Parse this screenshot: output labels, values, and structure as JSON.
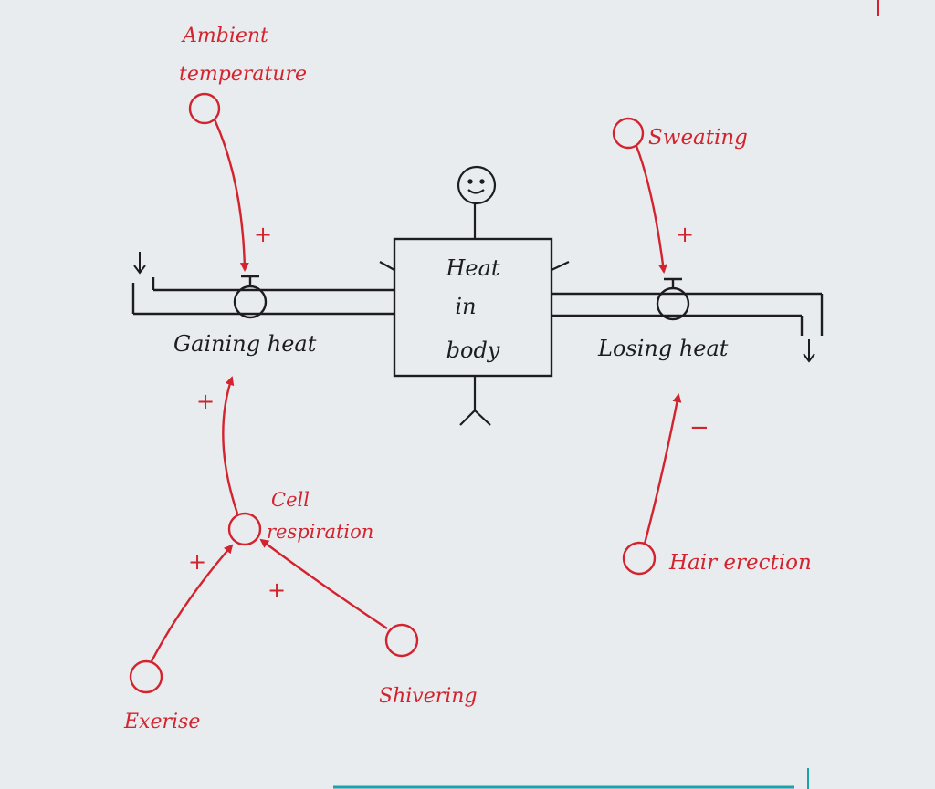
{
  "colors": {
    "paper": "#e9ecee",
    "ink": "#1d1d1f",
    "red": "#d3232e",
    "teal": "#18a3ad"
  },
  "stock": {
    "lines": [
      "Heat",
      "in",
      "body"
    ]
  },
  "flows": {
    "gaining": "Gaining heat",
    "losing": "Losing heat"
  },
  "variables": {
    "ambient_temperature": [
      "Ambient",
      "temperature"
    ],
    "sweating": "Sweating",
    "cell_respiration": [
      "Cell",
      "respiration"
    ],
    "hair_erection": "Hair erection",
    "exercise": "Exerise",
    "shivering": "Shivering"
  },
  "polarities": {
    "ambient_to_gaining": "+",
    "sweating_to_losing": "+",
    "cell_to_gaining": "+",
    "hair_to_losing": "−",
    "exercise_to_cell": "+",
    "shivering_to_cell": "+"
  },
  "icons": {
    "valve": "valve-icon",
    "person": "stick-figure-icon",
    "down_arrow": "arrow-down-icon"
  }
}
